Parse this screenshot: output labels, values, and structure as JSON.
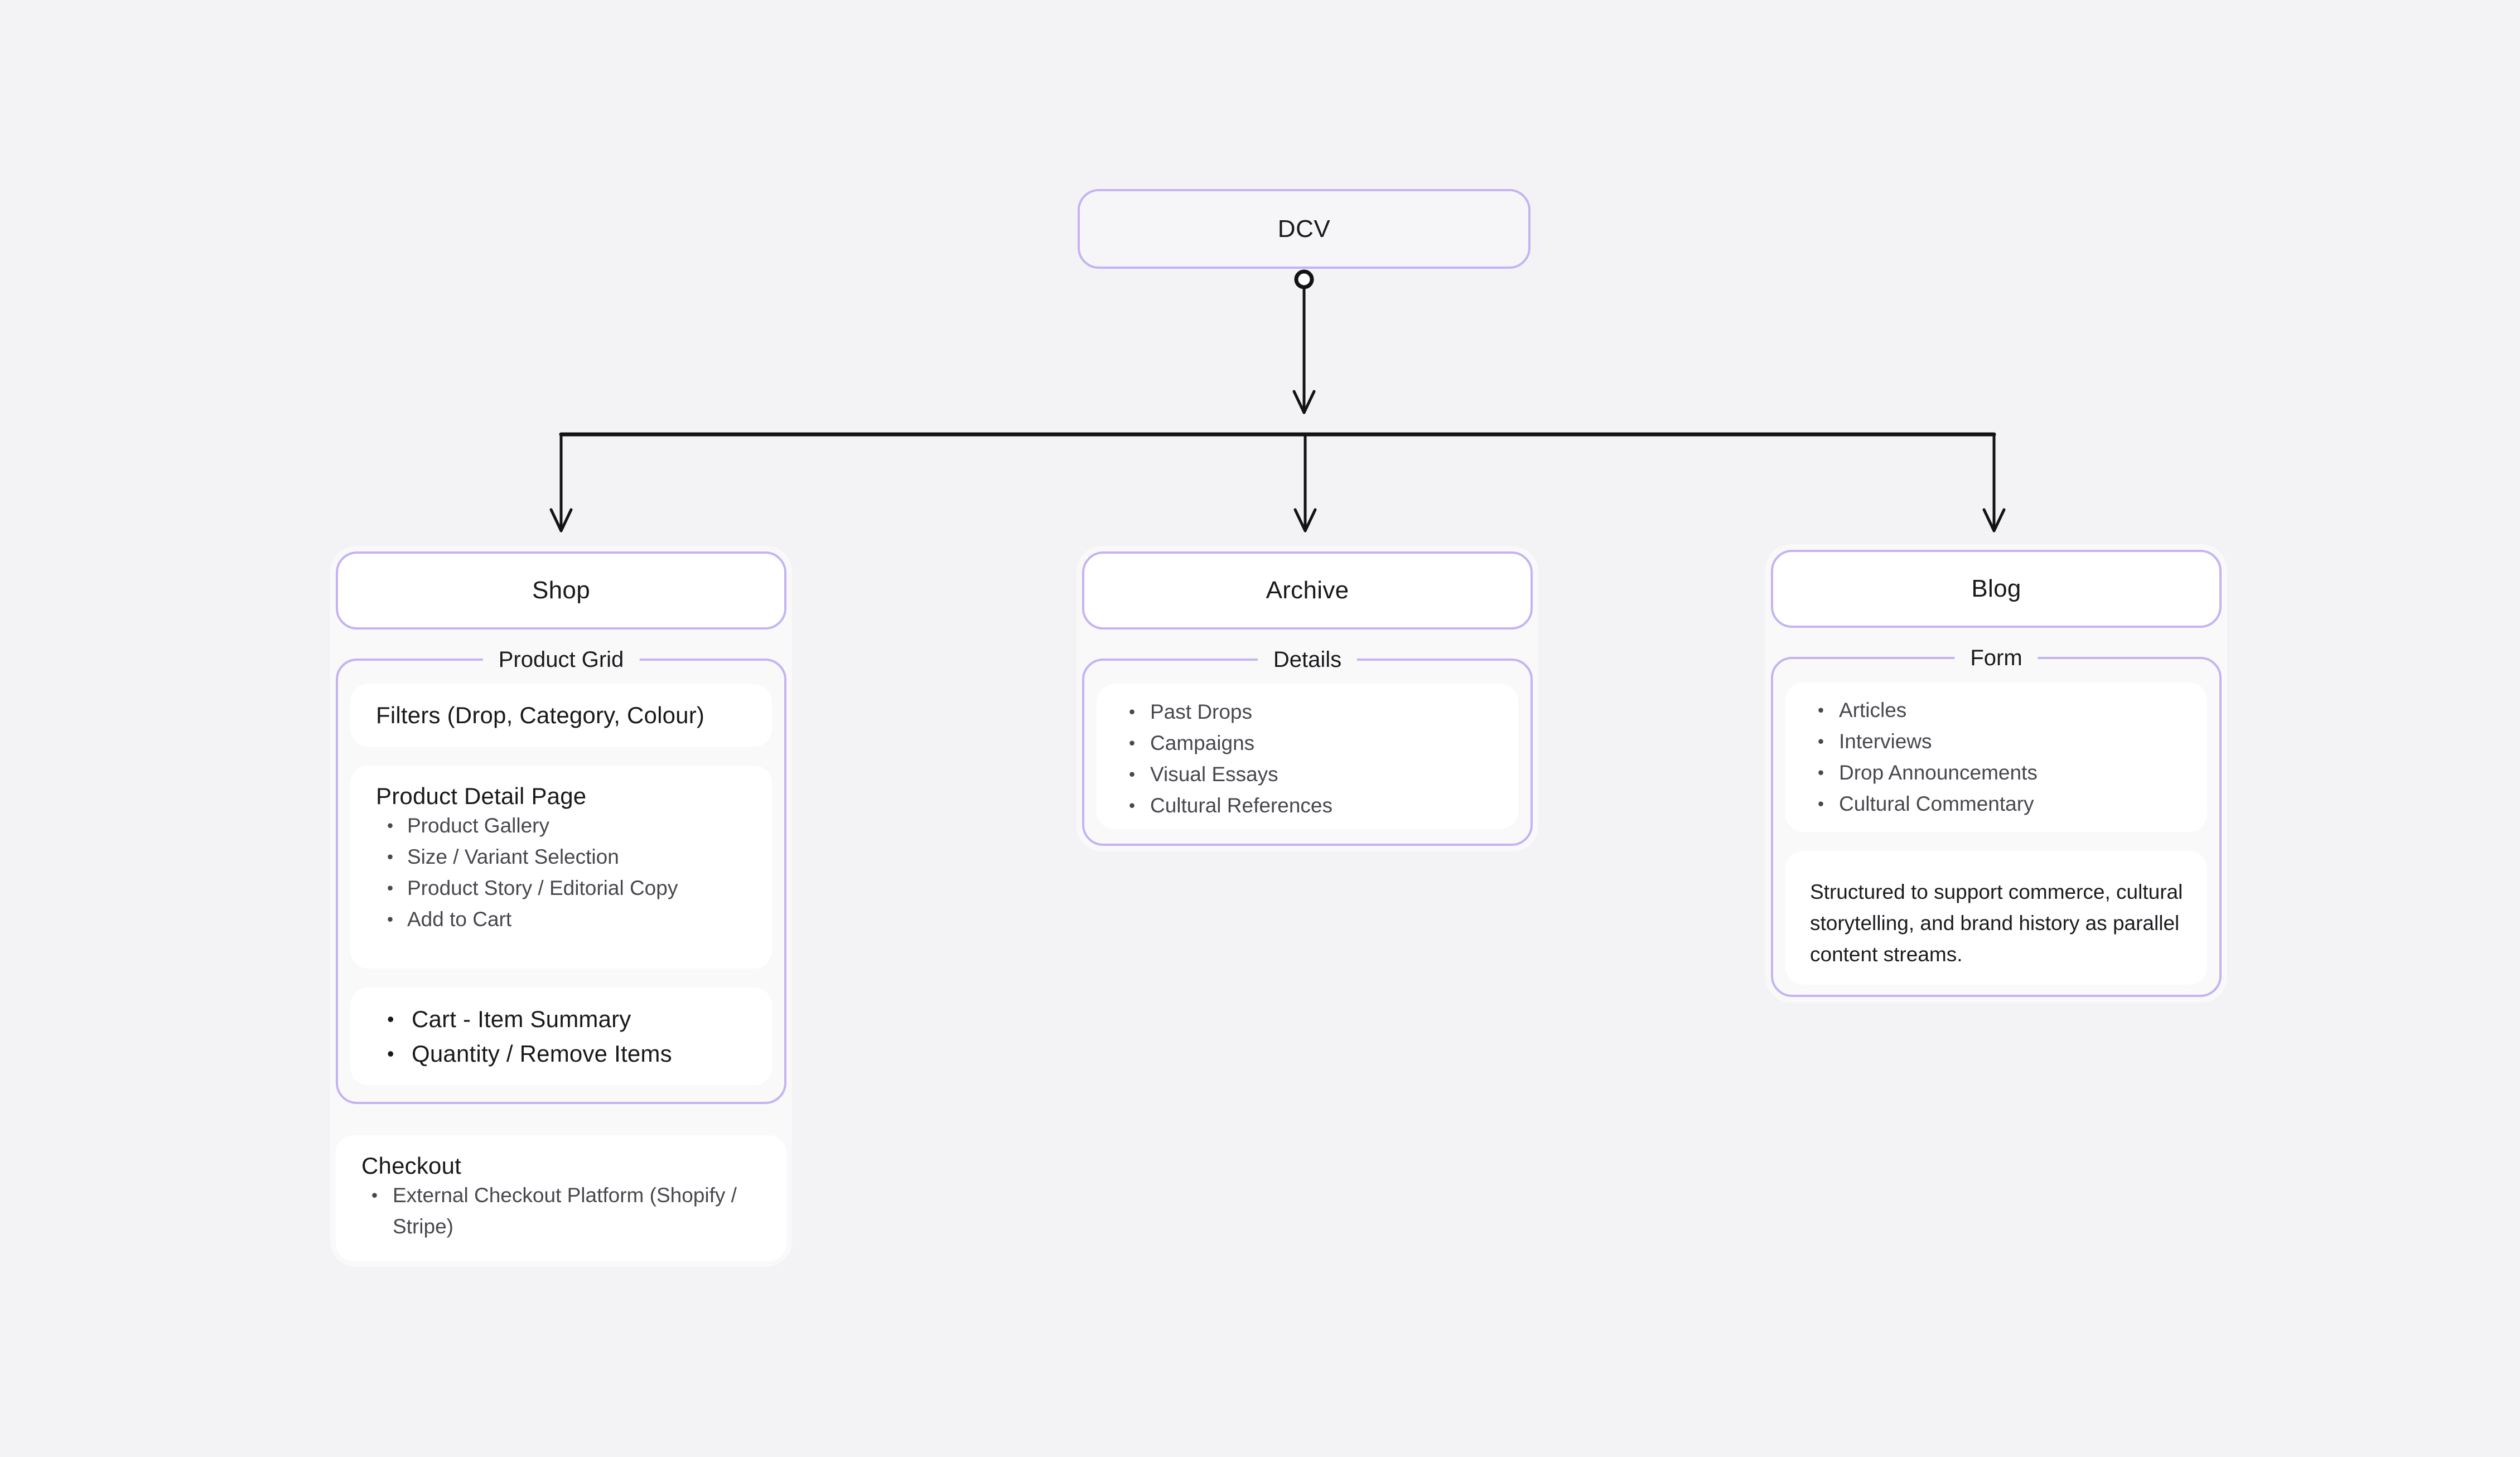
{
  "colors": {
    "page_background": "#f3f3f5",
    "accent_border": "#c5b3f2",
    "card_background": "#ffffff",
    "text_primary": "#19191c",
    "text_secondary": "#47474d",
    "connector_line": "#131316"
  },
  "root": {
    "title": "DCV"
  },
  "shop": {
    "title": "Shop",
    "group_label": "Product Grid",
    "filters_label": "Filters (Drop, Category, Colour)",
    "product_detail": {
      "title": "Product Detail Page",
      "items": [
        "Product Gallery",
        "Size / Variant Selection",
        "Product Story / Editorial Copy",
        "Add to Cart"
      ]
    },
    "cart": {
      "items": [
        "Cart - Item Summary",
        "Quantity / Remove Items"
      ]
    },
    "checkout": {
      "title": "Checkout",
      "items": [
        "External Checkout Platform (Shopify / Stripe)"
      ]
    }
  },
  "archive": {
    "title": "Archive",
    "group_label": "Details",
    "items": [
      "Past Drops",
      "Campaigns",
      "Visual Essays",
      "Cultural References"
    ]
  },
  "blog": {
    "title": "Blog",
    "group_label": "Form",
    "items": [
      "Articles",
      "Interviews",
      "Drop Announcements",
      "Cultural Commentary"
    ],
    "note": "Structured to support commerce, cultural storytelling, and brand history as parallel content streams."
  }
}
